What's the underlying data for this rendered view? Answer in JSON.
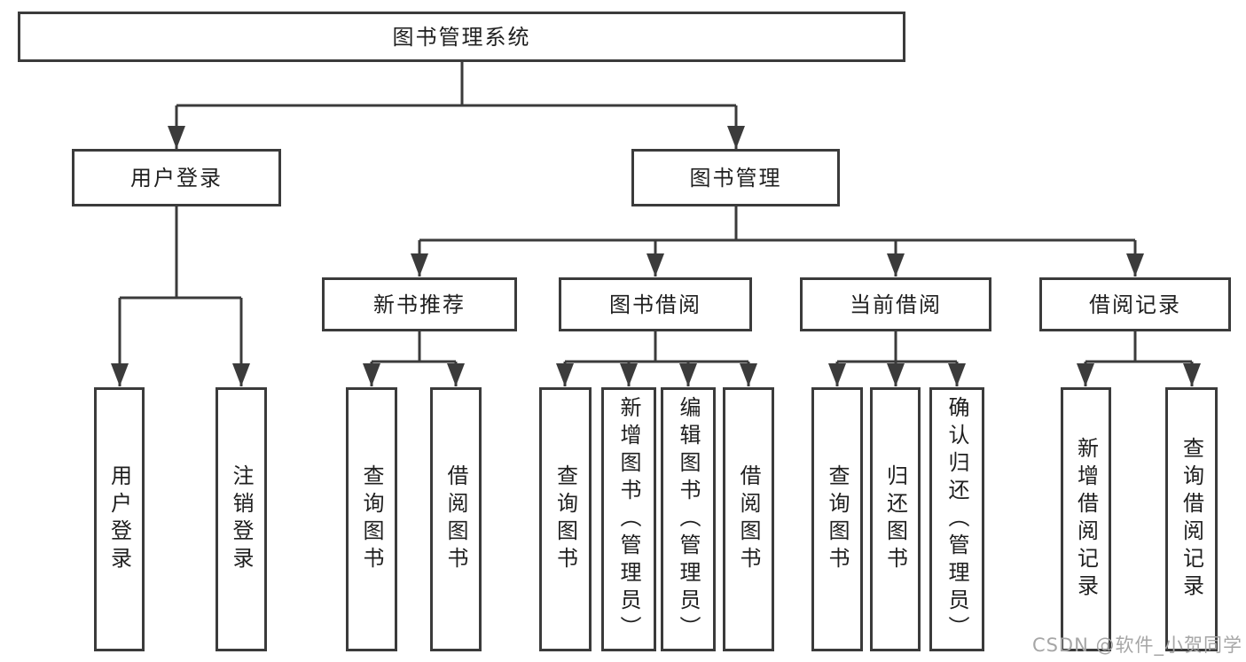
{
  "tree": {
    "root": {
      "label": "图书管理系统",
      "children": [
        {
          "label": "用户登录",
          "children": [
            {
              "label": "用户登录"
            },
            {
              "label": "注销登录"
            }
          ]
        },
        {
          "label": "图书管理",
          "children": [
            {
              "label": "新书推荐",
              "children": [
                {
                  "label": "查询图书"
                },
                {
                  "label": "借阅图书"
                }
              ]
            },
            {
              "label": "图书借阅",
              "children": [
                {
                  "label": "查询图书"
                },
                {
                  "label": "新增图书（管理员）"
                },
                {
                  "label": "编辑图书（管理员）"
                },
                {
                  "label": "借阅图书"
                }
              ]
            },
            {
              "label": "当前借阅",
              "children": [
                {
                  "label": "查询图书"
                },
                {
                  "label": "归还图书"
                },
                {
                  "label": "确认归还（管理员）"
                }
              ]
            },
            {
              "label": "借阅记录",
              "children": [
                {
                  "label": "新增借阅记录"
                },
                {
                  "label": "查询借阅记录"
                }
              ]
            }
          ]
        }
      ]
    }
  },
  "watermark": {
    "text": "CSDN @软件_小贺同学"
  },
  "colors": {
    "line": "#3b3b3b",
    "box_border": "#3b3b3b",
    "text": "#1f1f1f",
    "watermark": "#a6a6a6",
    "background": "#ffffff"
  }
}
